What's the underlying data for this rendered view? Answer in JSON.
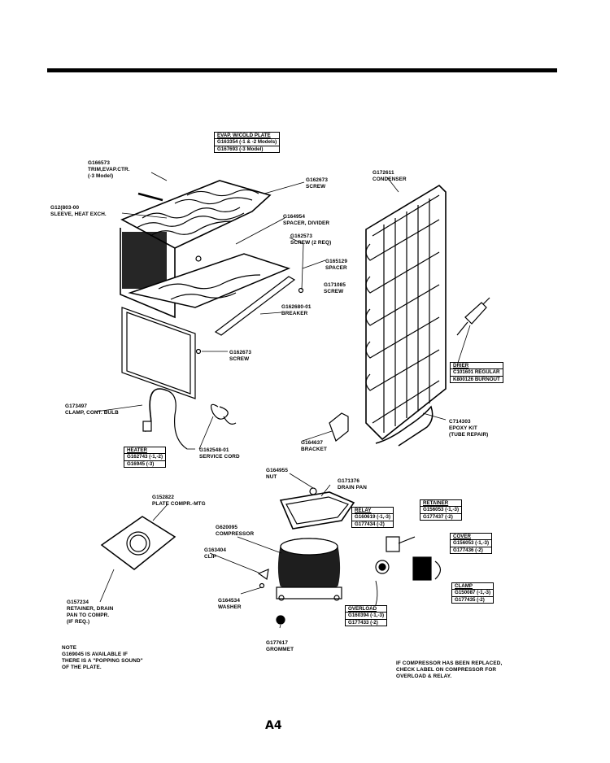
{
  "page_number": "A4",
  "boxes": {
    "evap": {
      "title": "EVAP. W/COLD PLATE",
      "lines": [
        "G163354 (-1 & -2 Models)",
        "G167693 (-3 Model)"
      ]
    },
    "heater": {
      "title": "HEATER",
      "lines": [
        "G162743 (-1,-2)",
        "G16945 (-3)"
      ]
    },
    "drier": {
      "title": "DRIER",
      "lines": [
        "C101601 REGULAR",
        "K800126 BURNOUT"
      ]
    },
    "relay": {
      "title": "RELAY",
      "lines": [
        "G160619 (-1,-3)",
        "G177434 (-2)"
      ]
    },
    "retainer": {
      "title": "RETAINER",
      "lines": [
        "G156053 (-1,-3)",
        "G177437 (-2)"
      ]
    },
    "cover": {
      "title": "COVER",
      "lines": [
        "G156053 (-1,-3)",
        "G177436 (-2)"
      ]
    },
    "clamp": {
      "title": "CLAMP",
      "lines": [
        "G150087 (-1,-3)",
        "G177435 (-2)"
      ]
    },
    "overload": {
      "title": "OVERLOAD",
      "lines": [
        "G160394 (-1,-3)",
        "G177433 (-2)"
      ]
    }
  },
  "labels": {
    "trim_evap": [
      "G166573",
      "TRIM,EVAP.CTR.",
      "(-3 Model)"
    ],
    "sleeve": [
      "G12(803-00",
      "SLEEVE, HEAT EXCH."
    ],
    "screw_top": [
      "G162673",
      "SCREW"
    ],
    "condenser": [
      "G172611",
      "CONDENSER"
    ],
    "spacer_divider": [
      "G164954",
      "SPACER, DIVIDER"
    ],
    "screw_2req": [
      "G162573",
      "SCREW (2 REQ)"
    ],
    "spacer": [
      "G165129",
      "SPACER"
    ],
    "screw_mid": [
      "G171085",
      "SCREW"
    ],
    "breaker": [
      "G162680-01",
      "BREAKER"
    ],
    "screw_low": [
      "G162673",
      "SCREW"
    ],
    "clamp_bulb": [
      "G173497",
      "CLAMP, CONT. BULB"
    ],
    "service_cord": [
      "G162548-01",
      "SERVICE CORD"
    ],
    "bracket": [
      "G164637",
      "BRACKET"
    ],
    "epoxy": [
      "C714303",
      "EPOXY KIT",
      "(TUBE REPAIR)"
    ],
    "nut": [
      "G164955",
      "NUT"
    ],
    "drain_pan": [
      "G171376",
      "DRAIN PAN"
    ],
    "plate": [
      "G152822",
      "PLATE COMPR.-MTG"
    ],
    "compressor": [
      "G620095",
      "COMPRESSOR"
    ],
    "clip": [
      "G163404",
      "CLIP"
    ],
    "washer": [
      "G164534",
      "WASHER"
    ],
    "retainer_drain": [
      "G157234",
      "RETAINER, DRAIN",
      "PAN TO COMPR.",
      "(IF REQ.)"
    ],
    "grommet": [
      "G177617",
      "GROMMET"
    ]
  },
  "notes": {
    "left": [
      "NOTE",
      "G169045 IS AVAILABLE IF",
      "THERE IS A \"POPPING SOUND\"",
      "OF THE PLATE."
    ],
    "right": [
      "IF COMPRESSOR HAS BEEN REPLACED,",
      "CHECK LABEL ON COMPRESSOR FOR",
      "OVERLOAD & RELAY."
    ]
  }
}
